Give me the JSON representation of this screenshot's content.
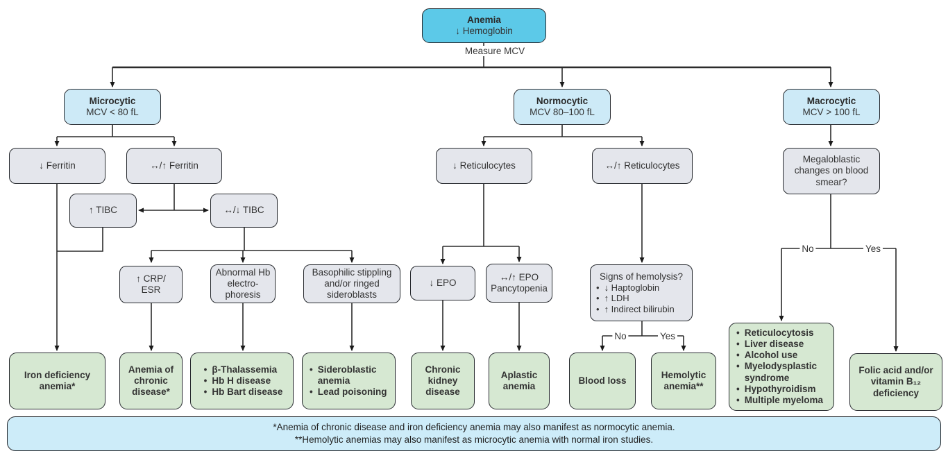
{
  "nodes": {
    "anemia": {
      "title": "Anemia",
      "sub": "↓ Hemoglobin"
    },
    "microcytic": {
      "title": "Microcytic",
      "sub": "MCV < 80 fL"
    },
    "normocytic": {
      "title": "Normocytic",
      "sub": "MCV 80–100 fL"
    },
    "macrocytic": {
      "title": "Macrocytic",
      "sub": "MCV > 100 fL"
    },
    "ferritin_low": {
      "label": "↓ Ferritin"
    },
    "ferritin_high": {
      "label": "↔/↑ Ferritin"
    },
    "tibc_high": {
      "label": "↑ TIBC"
    },
    "tibc_normal": {
      "label": "↔/↓ TIBC"
    },
    "retic_low": {
      "label": "↓ Reticulocytes"
    },
    "retic_high": {
      "label": "↔/↑ Reticulocytes"
    },
    "megaloblastic": {
      "label": "Megaloblastic changes on blood smear?"
    },
    "crp": {
      "line1": "↑ CRP/",
      "line2": "ESR"
    },
    "abnormal_hb": {
      "label": "Abnormal Hb electro-phoresis"
    },
    "basophilic": {
      "label": "Basophilic stippling and/or ringed sideroblasts"
    },
    "epo_low": {
      "label": "↓ EPO"
    },
    "epo_high": {
      "line1": "↔/↑ EPO",
      "line2": "Pancytopenia"
    },
    "hemolysis": {
      "title": "Signs of hemolysis?",
      "items": [
        "↓ Haptoglobin",
        "↑ LDH",
        "↑ Indirect bilirubin"
      ]
    },
    "iron_def": {
      "label": "Iron deficiency anemia*"
    },
    "acd": {
      "label": "Anemia of chronic disease*"
    },
    "thal": {
      "items": [
        "β-Thalassemia",
        "Hb H disease",
        "Hb Bart disease"
      ]
    },
    "sidero": {
      "items": [
        "Sideroblastic anemia",
        "Lead poisoning"
      ]
    },
    "ckd": {
      "label": "Chronic kidney disease"
    },
    "aplastic": {
      "label": "Aplastic anemia"
    },
    "blood_loss": {
      "label": "Blood loss"
    },
    "hemolytic": {
      "label": "Hemolytic anemia**"
    },
    "macro_list": {
      "items": [
        "Reticulocytosis",
        "Liver disease",
        "Alcohol use",
        "Myelodysplastic syndrome",
        "Hypothyroidism",
        "Multiple myeloma"
      ]
    },
    "folic": {
      "label": "Folic acid and/or vitamin B₁₂ deficiency"
    }
  },
  "edge_labels": {
    "measure": "Measure MCV",
    "no": "No",
    "yes": "Yes"
  },
  "footnotes": {
    "line1": "*Anemia of chronic disease and iron deficiency anemia may also manifest as normocytic anemia.",
    "line2": "**Hemolytic anemias may also manifest as microcytic anemia with normal iron studies."
  },
  "colors": {
    "root_box": "#5cc9e8",
    "category_box": "#cdeaf7",
    "test_box": "#e4e6ec",
    "diagnosis_box": "#d6e8d2",
    "footer_box": "#cdecf9",
    "line": "#2b2b2b"
  }
}
